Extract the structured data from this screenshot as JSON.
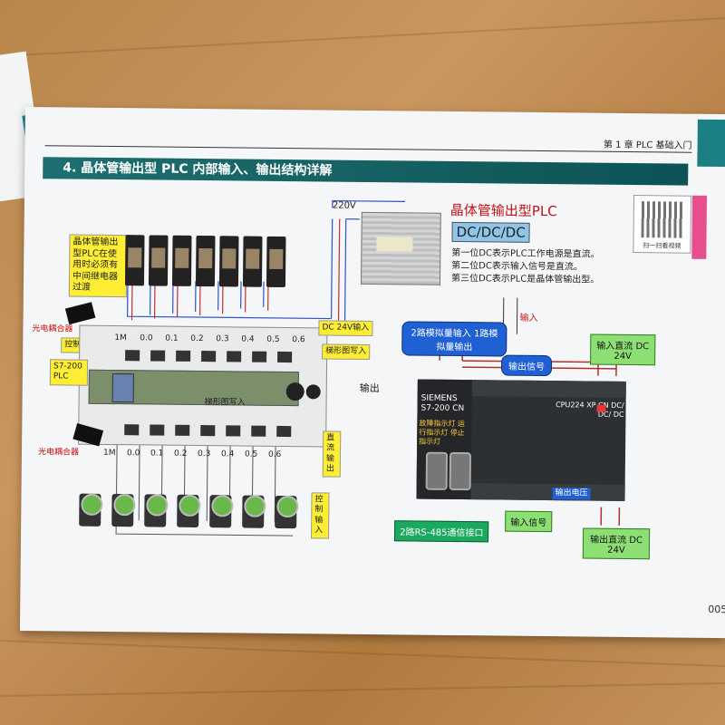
{
  "header": {
    "running_head": "第 1 章  PLC 基础入门",
    "section_title": "4. 晶体管输出型 PLC 内部输入、输出结构详解"
  },
  "qr": {
    "caption": "扫一扫看视频"
  },
  "diagram": {
    "voltage_220": "220V",
    "title_right": "晶体管输出型PLC",
    "dc_code": "DC/DC/DC",
    "desc_lines": [
      "第一位DC表示PLC工作电源是直流。",
      "第二位DC表示输入信号是直流。",
      "第三位DC表示PLC是晶体管输出型。"
    ],
    "relay_note": "晶体管输出型PLC在使用时必须有中间继电器过渡",
    "optocoupler_top": "光电耦合器",
    "control_output": "控制输出",
    "s7_200_plc": "S7-200 PLC",
    "optocoupler_bottom": "光电耦合器",
    "dc24_input": "DC 24V输入",
    "ladder_write": "梯形图写入",
    "ladder_write_mid": "梯形图写入",
    "dc_output": "直流输出",
    "control_input": "控制输入",
    "output_label": "输出",
    "analog_io": "2路模拟量输入 1路模拟量输出",
    "input_label": "输入",
    "output_signal": "输出信号",
    "input_dc24_top": "输入直流 DC 24V",
    "siemens": "SIEMENS S7-200 CN",
    "status_lights": "故障指示灯 运行指示灯 停止指示灯",
    "rs485": "2路RS-485通信接口",
    "input_signal": "输入信号",
    "output_dc24_bottom": "输出直流 DC 24V",
    "cpu_model": "CPU224 XP CN DC/ DC/ DC",
    "output_voltage": "输出电压",
    "channels_top": [
      "1M",
      "0.0",
      "0.1",
      "0.2",
      "0.3",
      "0.4",
      "0.5",
      "0.6"
    ],
    "channels_bottom": [
      "1M",
      "0.0",
      "0.1",
      "0.2",
      "0.3",
      "0.4",
      "0.5",
      "0.6"
    ],
    "page_number": "005"
  }
}
